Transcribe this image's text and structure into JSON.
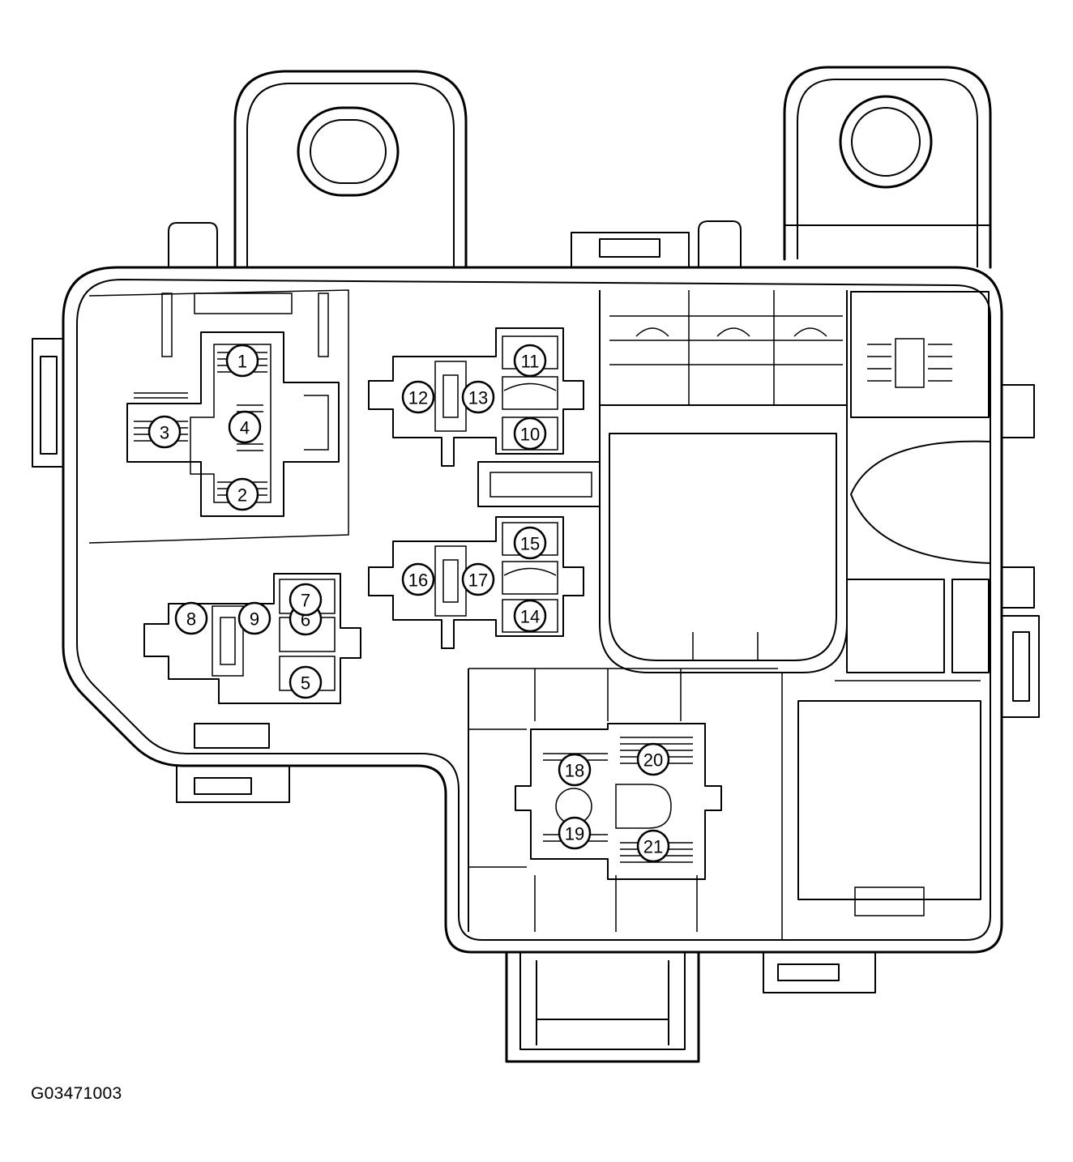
{
  "figure_code": "G03471003",
  "locations": [
    {
      "id": "loc-1",
      "label": "1"
    },
    {
      "id": "loc-2",
      "label": "2"
    },
    {
      "id": "loc-3",
      "label": "3"
    },
    {
      "id": "loc-4",
      "label": "4"
    },
    {
      "id": "loc-5",
      "label": "5"
    },
    {
      "id": "loc-6",
      "label": "6"
    },
    {
      "id": "loc-7",
      "label": "7"
    },
    {
      "id": "loc-8",
      "label": "8"
    },
    {
      "id": "loc-9",
      "label": "9"
    },
    {
      "id": "loc-10",
      "label": "10"
    },
    {
      "id": "loc-11",
      "label": "11"
    },
    {
      "id": "loc-12",
      "label": "12"
    },
    {
      "id": "loc-13",
      "label": "13"
    },
    {
      "id": "loc-14",
      "label": "14"
    },
    {
      "id": "loc-15",
      "label": "15"
    },
    {
      "id": "loc-16",
      "label": "16"
    },
    {
      "id": "loc-17",
      "label": "17"
    },
    {
      "id": "loc-18",
      "label": "18"
    },
    {
      "id": "loc-19",
      "label": "19"
    },
    {
      "id": "loc-20",
      "label": "20"
    },
    {
      "id": "loc-21",
      "label": "21"
    }
  ]
}
